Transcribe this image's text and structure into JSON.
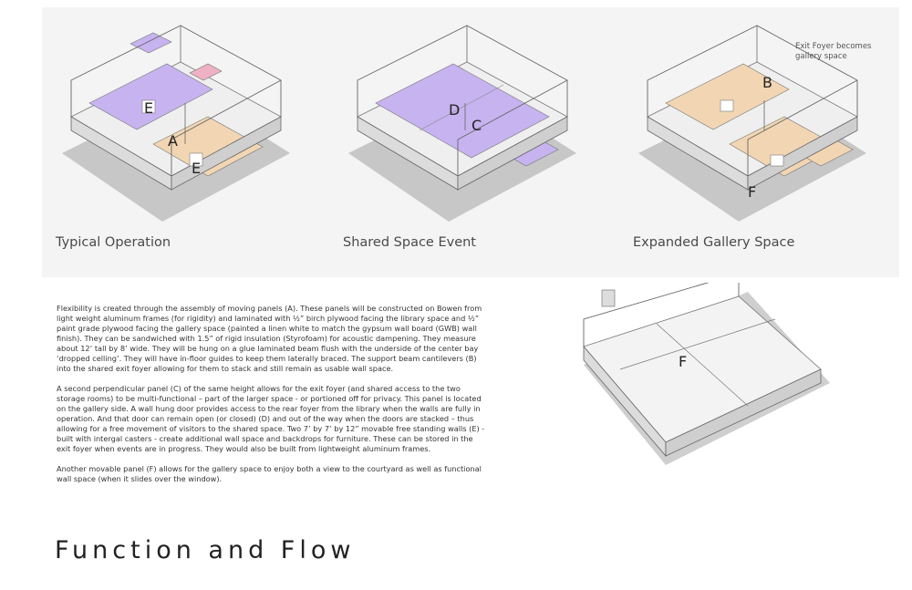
{
  "diagrams": [
    {
      "caption": "Typical Operation",
      "labels": {
        "e1": "E",
        "a": "A",
        "e2": "E"
      }
    },
    {
      "caption": "Shared Space Event",
      "labels": {
        "d": "D",
        "c": "C"
      }
    },
    {
      "caption": "Expanded Gallery Space",
      "labels": {
        "b": "B",
        "f": "F"
      },
      "note": [
        "Exit Foyer becomes",
        "gallery space"
      ]
    },
    {
      "caption": "",
      "labels": {
        "f": "F"
      }
    }
  ],
  "paragraphs": [
    "Flexibility is created through the assembly of moving panels (A). These panels will be constructed on Bowen from light weight aluminum frames (for rigidity) and laminated with ½” birch plywood facing the library space and ½” paint grade plywood facing the gallery space (painted a linen white to match the gypsum wall board (GWB) wall finish). They can be sandwiched with 1.5” of rigid insulation (Styrofoam) for acoustic dampening. They measure about 12’ tall by 8’ wide. They will be hung on a glue laminated beam flush with the underside of the center bay ‘dropped celling’. They will have in-floor guides to keep them laterally braced. The support beam cantilevers (B) into the shared exit foyer allowing for them to stack and still remain as usable wall space.",
    "A second perpendicular panel (C) of the same height allows for the exit foyer (and shared access to the two storage rooms) to be multi-functional – part of the larger space  - or portioned off for privacy. This panel is located on the gallery side. A wall hung door provides access to the rear foyer from the library when the walls are fully in operation. And that door can remain open (or closed) (D) and out of the way when the doors are stacked – thus allowing for a free movement of visitors to the shared space. Two 7’ by 7’ by 12” movable free standing walls (E) - built with intergal casters - create additional wall space and backdrops for furniture. These can be stored in the exit foyer when events are in progress. They would also be built from lightweight aluminum frames.",
    "Another movable panel (F) allows for the gallery space to enjoy both a view to the courtyard as well as functional wall space (when it slides over the window)."
  ],
  "title": "Function and Flow",
  "colors": {
    "purple": "#c7b3f0",
    "tan": "#f2d6b3",
    "pink": "#eeb2c4",
    "wall": "#e9e9e9",
    "shadow": "#9d9d9d"
  }
}
